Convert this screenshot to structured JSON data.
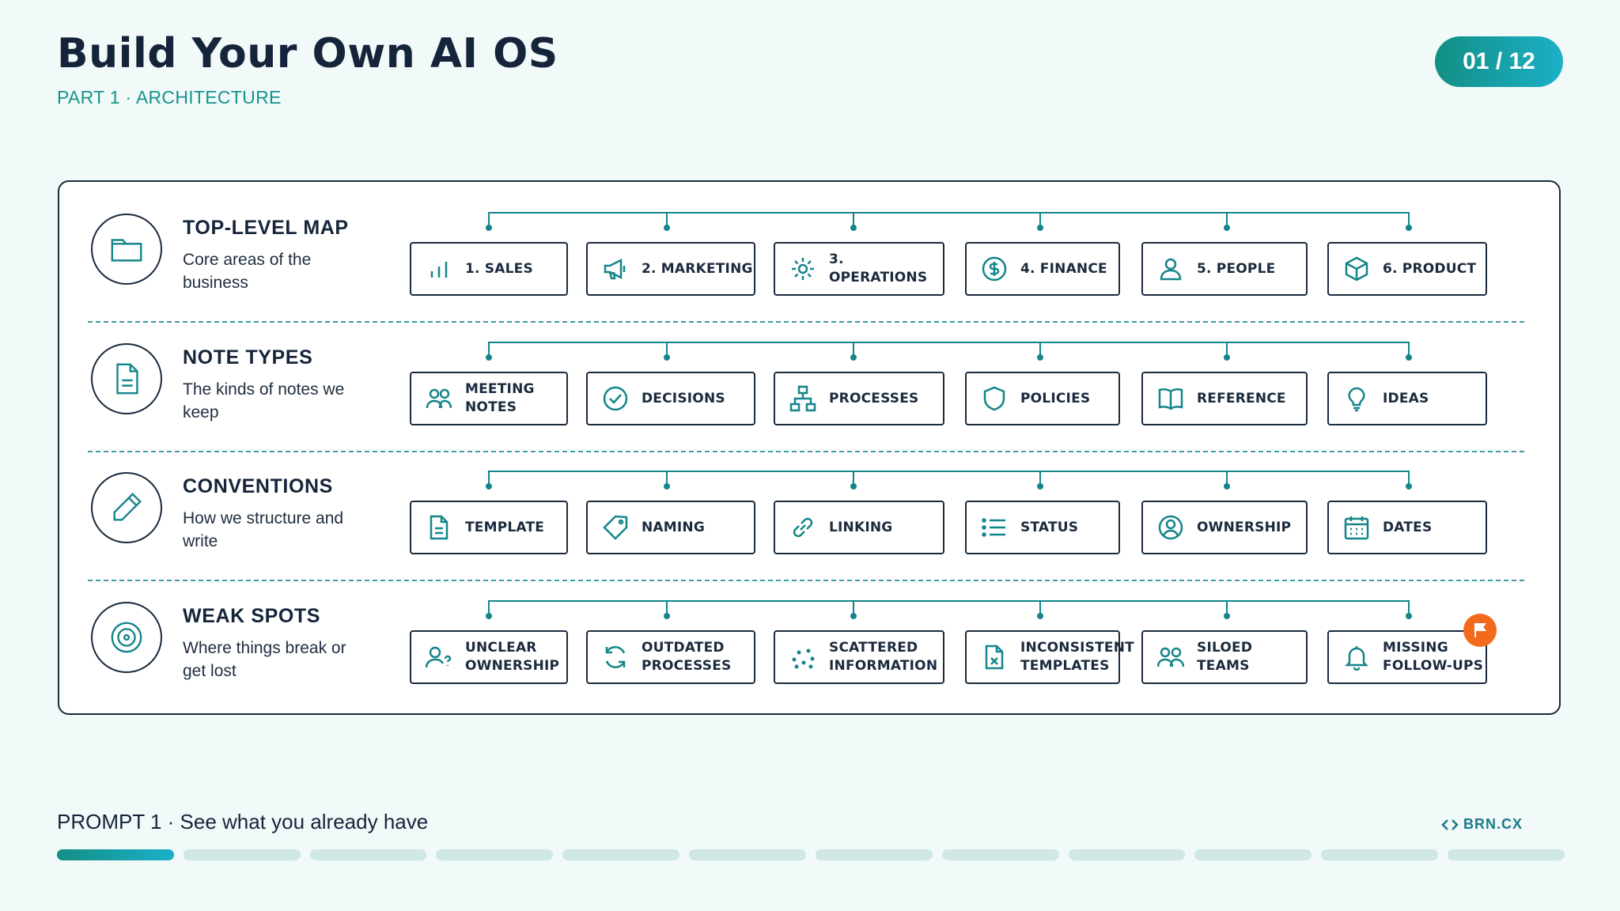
{
  "header": {
    "title": "Build Your Own AI OS",
    "subtitle": "PART 1 · ARCHITECTURE",
    "page_indicator": "01 / 12"
  },
  "rows": [
    {
      "title": "TOP-LEVEL MAP",
      "description": "Core areas of the business",
      "icon": "folder-icon",
      "cards": [
        {
          "label": "1.  SALES",
          "icon": "bar-chart-icon"
        },
        {
          "label": "2.  MARKETING",
          "icon": "megaphone-icon"
        },
        {
          "label": "3.  OPERATIONS",
          "icon": "gear-icon"
        },
        {
          "label": "4.  FINANCE",
          "icon": "dollar-icon"
        },
        {
          "label": "5.  PEOPLE",
          "icon": "person-icon"
        },
        {
          "label": "6.  PRODUCT",
          "icon": "box-icon"
        }
      ]
    },
    {
      "title": "NOTE TYPES",
      "description": "The kinds of notes we keep",
      "icon": "document-icon",
      "cards": [
        {
          "label": "MEETING NOTES",
          "icon": "people-icon"
        },
        {
          "label": "DECISIONS",
          "icon": "check-circle-icon"
        },
        {
          "label": "PROCESSES",
          "icon": "org-chart-icon"
        },
        {
          "label": "POLICIES",
          "icon": "shield-icon"
        },
        {
          "label": "REFERENCE",
          "icon": "book-icon"
        },
        {
          "label": "IDEAS",
          "icon": "lightbulb-icon"
        }
      ]
    },
    {
      "title": "CONVENTIONS",
      "description": "How we structure and write",
      "icon": "pencil-icon",
      "cards": [
        {
          "label": "TEMPLATE",
          "icon": "file-text-icon"
        },
        {
          "label": "NAMING",
          "icon": "tag-icon"
        },
        {
          "label": "LINKING",
          "icon": "link-icon"
        },
        {
          "label": "STATUS",
          "icon": "list-icon"
        },
        {
          "label": "OWNERSHIP",
          "icon": "user-circle-icon"
        },
        {
          "label": "DATES",
          "icon": "calendar-icon"
        }
      ]
    },
    {
      "title": "WEAK SPOTS",
      "description": "Where things break or get lost",
      "icon": "target-icon",
      "cards": [
        {
          "label": "UNCLEAR\nOWNERSHIP",
          "icon": "person-question-icon"
        },
        {
          "label": "OUTDATED\nPROCESSES",
          "icon": "refresh-icon"
        },
        {
          "label": "SCATTERED\nINFORMATION",
          "icon": "scatter-dots-icon"
        },
        {
          "label": "INCONSISTENT\nTEMPLATES",
          "icon": "file-x-icon"
        },
        {
          "label": "SILOED\nTEAMS",
          "icon": "people-icon"
        },
        {
          "label": "MISSING\nFOLLOW-UPS",
          "icon": "bell-icon"
        }
      ]
    }
  ],
  "footer": {
    "prompt": "PROMPT 1 · See what you already have",
    "brand": "BRN.CX",
    "progress_current": 1,
    "progress_total": 12
  },
  "colors": {
    "accent": "#14958a",
    "ink": "#15243a",
    "flag": "#f36a1d"
  }
}
